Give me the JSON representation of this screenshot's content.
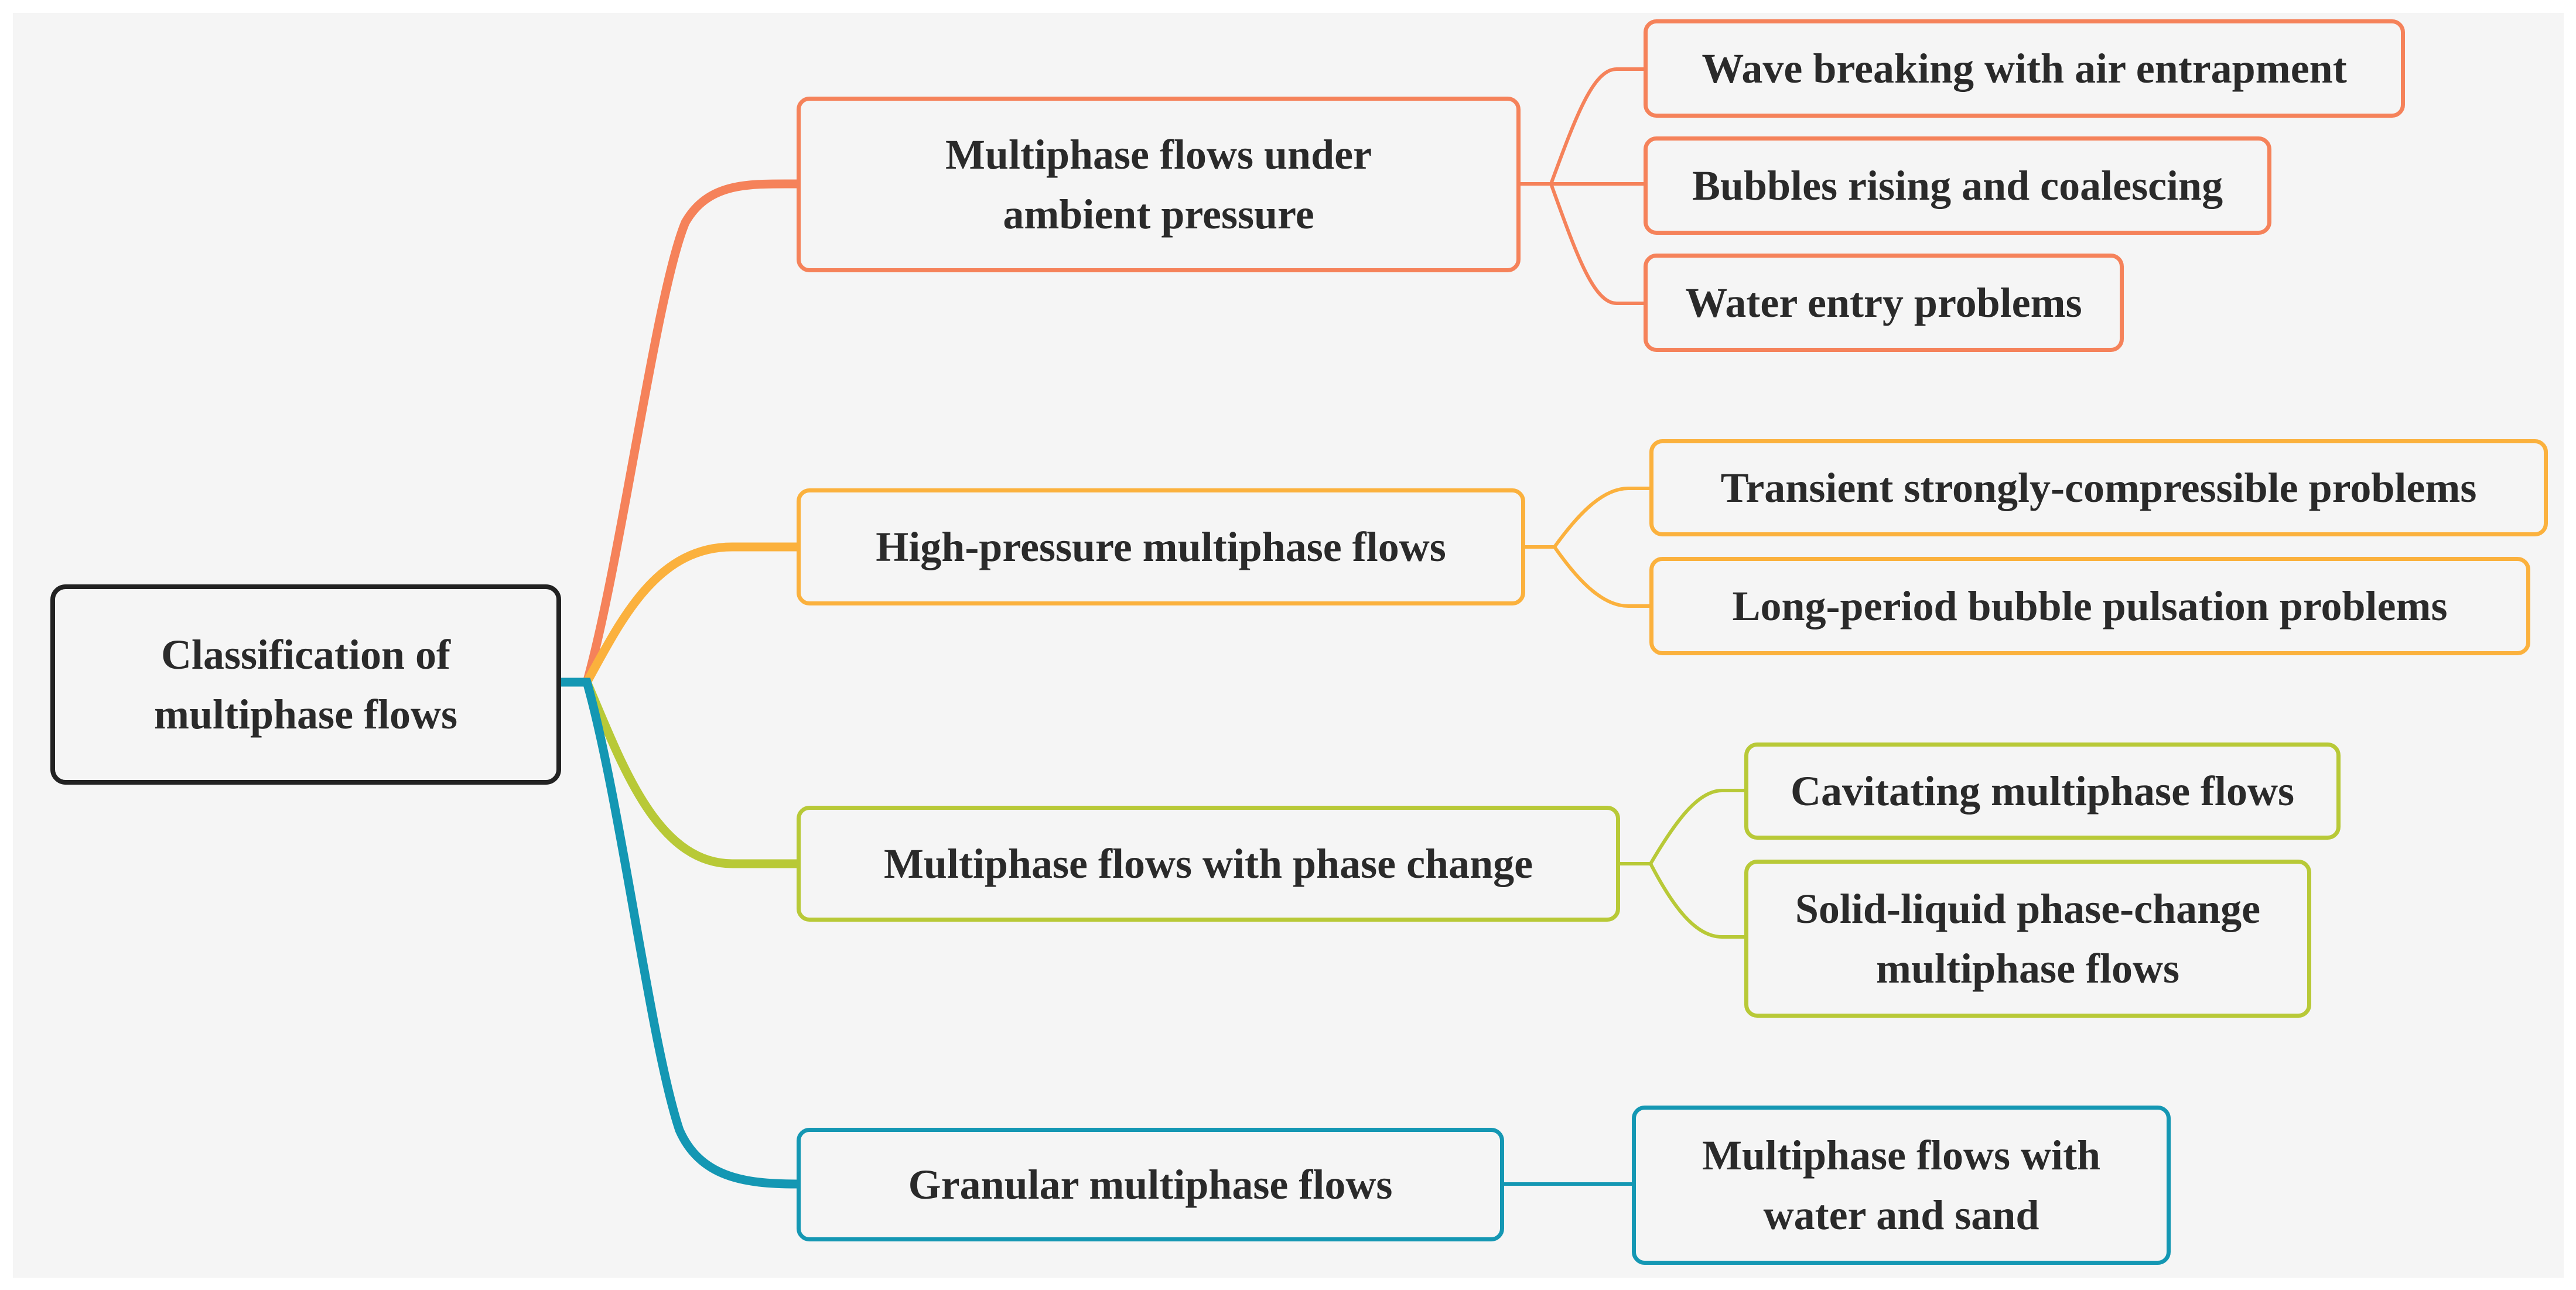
{
  "root": {
    "label": "Classification of\nmultiphase flows"
  },
  "branches": [
    {
      "label": "Multiphase flows under\nambient pressure",
      "color": "#f5825a",
      "children": [
        "Wave breaking with air entrapment",
        "Bubbles rising and coalescing",
        "Water entry problems"
      ]
    },
    {
      "label": "High-pressure multiphase flows",
      "color": "#fbb13d",
      "children": [
        "Transient strongly-compressible problems",
        "Long-period bubble pulsation problems"
      ]
    },
    {
      "label": "Multiphase flows with phase change",
      "color": "#b8c937",
      "children": [
        "Cavitating multiphase flows",
        "Solid-liquid phase-change\nmultiphase flows"
      ]
    },
    {
      "label": "Granular multiphase flows",
      "color": "#1497b3",
      "children": [
        "Multiphase flows with\nwater and sand"
      ]
    }
  ]
}
